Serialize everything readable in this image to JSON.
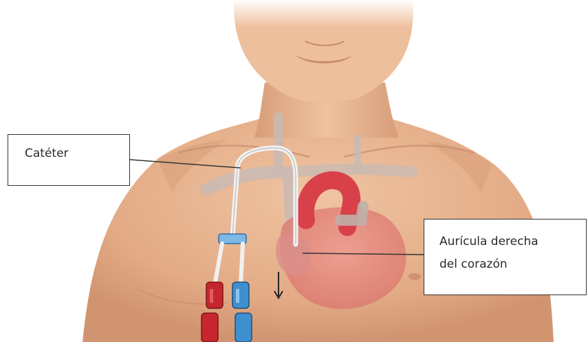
{
  "labels": {
    "catheter": "Catéter",
    "right_atrium_line1": "Aurícula derecha",
    "right_atrium_line2": "del corazón"
  },
  "colors": {
    "skin": "#e8b48f",
    "skin_shadow": "#cf9572",
    "heart": "#e4837b",
    "aorta": "#d9414a",
    "vein": "#c7b6b0",
    "catheter_blue": "#3f8fcf",
    "catheter_red": "#c6262d",
    "background": "#ffffff"
  }
}
